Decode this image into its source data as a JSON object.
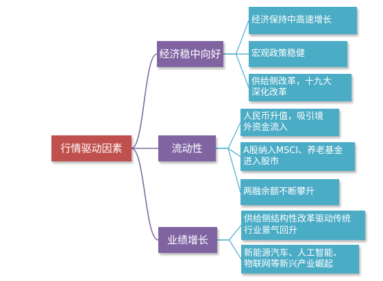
{
  "diagram": {
    "colors": {
      "root": "#c0504d",
      "branch": "#8064a2",
      "leaf": "#4bacc6",
      "branch_connector": "#7b6aa0",
      "leaf_connector": "#5fb6d2"
    },
    "root": {
      "label": "行情驱动因素"
    },
    "branches": [
      {
        "label": "经济稳中向好",
        "leaves": [
          {
            "label": "经济保持中高速增长"
          },
          {
            "label": "宏观政策稳健"
          },
          {
            "label": "供给侧改革，十九大\n深化改革"
          }
        ]
      },
      {
        "label": "流动性",
        "leaves": [
          {
            "label": "人民币升值，吸引境\n外资金流入"
          },
          {
            "label": "A股纳入MSCI、养老基金\n进入股市"
          },
          {
            "label": "两融余额不断攀升"
          }
        ]
      },
      {
        "label": "业绩增长",
        "leaves": [
          {
            "label": "供给侧结构性改革驱动传统\n行业景气回升"
          },
          {
            "label": "新能源汽车、人工智能、\n物联网等新兴产业崛起"
          }
        ]
      }
    ]
  }
}
